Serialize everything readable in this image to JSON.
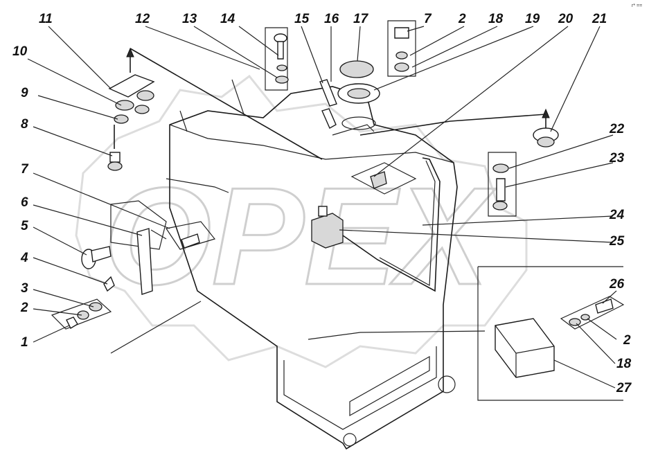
{
  "corner_mark": "r* ==",
  "watermark": {
    "text": "OPEX"
  },
  "labels": [
    {
      "id": "l11",
      "text": "11"
    },
    {
      "id": "l12",
      "text": "12"
    },
    {
      "id": "l13",
      "text": "13"
    },
    {
      "id": "l14",
      "text": "14"
    },
    {
      "id": "l15",
      "text": "15"
    },
    {
      "id": "l16",
      "text": "16"
    },
    {
      "id": "l17",
      "text": "17"
    },
    {
      "id": "l7a",
      "text": "7"
    },
    {
      "id": "l2a",
      "text": "2"
    },
    {
      "id": "l18a",
      "text": "18"
    },
    {
      "id": "l19",
      "text": "19"
    },
    {
      "id": "l20",
      "text": "20"
    },
    {
      "id": "l21",
      "text": "21"
    },
    {
      "id": "l10",
      "text": "10"
    },
    {
      "id": "l9",
      "text": "9"
    },
    {
      "id": "l8",
      "text": "8"
    },
    {
      "id": "l22",
      "text": "22"
    },
    {
      "id": "l23",
      "text": "23"
    },
    {
      "id": "l7b",
      "text": "7"
    },
    {
      "id": "l6",
      "text": "6"
    },
    {
      "id": "l24",
      "text": "24"
    },
    {
      "id": "l5",
      "text": "5"
    },
    {
      "id": "l25",
      "text": "25"
    },
    {
      "id": "l4",
      "text": "4"
    },
    {
      "id": "l26",
      "text": "26"
    },
    {
      "id": "l3",
      "text": "3"
    },
    {
      "id": "l2b",
      "text": "2"
    },
    {
      "id": "l1",
      "text": "1"
    },
    {
      "id": "l2c",
      "text": "2"
    },
    {
      "id": "l18b",
      "text": "18"
    },
    {
      "id": "l27",
      "text": "27"
    }
  ]
}
